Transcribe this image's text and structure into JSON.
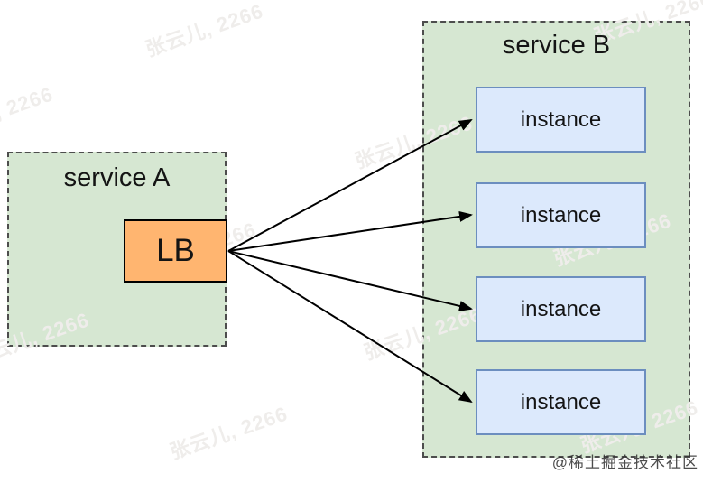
{
  "diagram": {
    "service_a": {
      "label": "service A"
    },
    "lb": {
      "label": "LB"
    },
    "service_b": {
      "label": "service B"
    },
    "instances": [
      {
        "label": "instance"
      },
      {
        "label": "instance"
      },
      {
        "label": "instance"
      },
      {
        "label": "instance"
      }
    ]
  },
  "watermarks": {
    "tile_text": "张云儿, 2266",
    "brand_text": "@稀土掘金技术社区"
  },
  "colors": {
    "service_fill": "#d6e7d2",
    "service_border": "#4d4d4d",
    "lb_fill": "#ffb570",
    "lb_border": "#000000",
    "instance_fill": "#dce9fc",
    "instance_border": "#6c8ebf",
    "arrow": "#000000",
    "tile_watermark": "#efedeb",
    "brand_watermark": "#2d2d2d"
  }
}
